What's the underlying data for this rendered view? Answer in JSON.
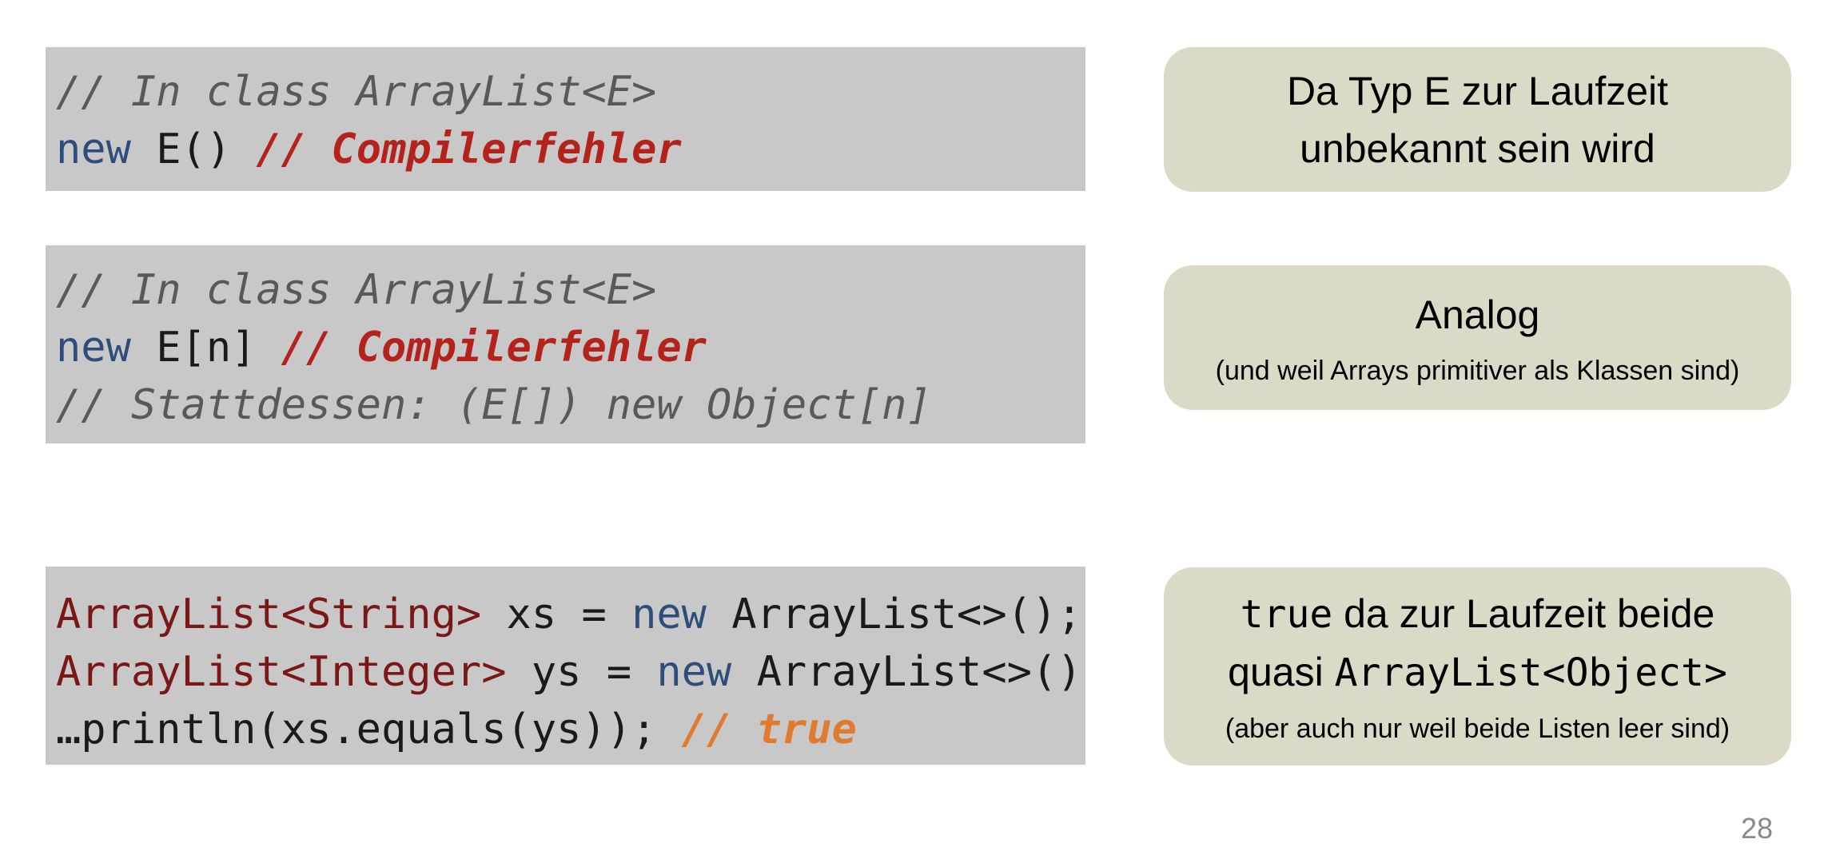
{
  "code_blocks": {
    "block1": {
      "line1_comment": "// In class ArrayList<E>",
      "line2_kw": "new",
      "line2_code": " E() ",
      "line2_error": "// Compilerfehler"
    },
    "block2": {
      "line1_comment": "// In class ArrayList<E>",
      "line2_kw": "new",
      "line2_code": " E[n] ",
      "line2_error": "// Compilerfehler",
      "line3_comment": "// Stattdessen: (E[]) new Object[n]"
    },
    "block3": {
      "line1_type": "ArrayList<String>",
      "line1_mid": " xs = ",
      "line1_kw": "new",
      "line1_end": " ArrayList<>();",
      "line2_type": "ArrayList<Integer>",
      "line2_mid": " ys = ",
      "line2_kw": "new",
      "line2_end": " ArrayList<>();",
      "line3_code": "…println(xs.equals(ys)); ",
      "line3_result": "// true"
    }
  },
  "notes": {
    "note1": {
      "line1": "Da Typ E zur Laufzeit",
      "line2": "unbekannt sein wird"
    },
    "note2": {
      "title": "Analog",
      "subtitle": "(und weil Arrays primitiver als Klassen sind)"
    },
    "note3": {
      "line1_mono": "true",
      "line1_text": " da zur Laufzeit beide",
      "line2_text": "quasi ",
      "line2_mono": "ArrayList<Object>",
      "subtitle": "(aber auch nur weil beide Listen leer sind)"
    }
  },
  "page_number": "28",
  "colors": {
    "code_background": "#c8c8c8",
    "note_background": "#dcdac6",
    "keyword": "#2e4d7b",
    "comment": "#595959",
    "error": "#b3221b",
    "result": "#e07a2f",
    "type": "#7a1717"
  }
}
